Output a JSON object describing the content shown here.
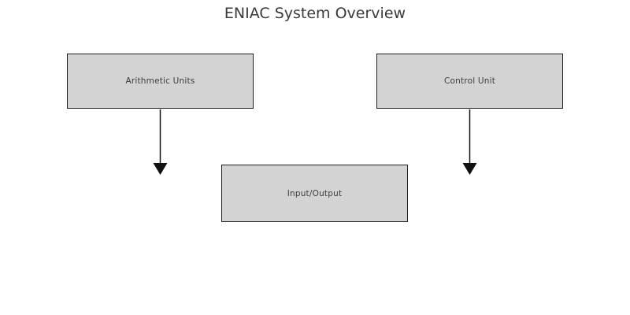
{
  "title": "ENIAC System Overview",
  "diagram": {
    "type": "block-diagram",
    "nodes": [
      {
        "id": "arithmetic",
        "label": "Arithmetic Units"
      },
      {
        "id": "control",
        "label": "Control Unit"
      },
      {
        "id": "io",
        "label": "Input/Output"
      }
    ],
    "edges": [
      {
        "from": "arithmetic",
        "direction": "down",
        "style": "solid-arrow"
      },
      {
        "from": "control",
        "direction": "down",
        "style": "solid-arrow"
      }
    ]
  },
  "colors": {
    "background": "#ffffff",
    "node_fill": "#d3d3d3",
    "node_border": "#1f1f1f",
    "arrow": "#111111",
    "title_text": "#3a3a3a",
    "label_text": "#3d3d3d"
  }
}
